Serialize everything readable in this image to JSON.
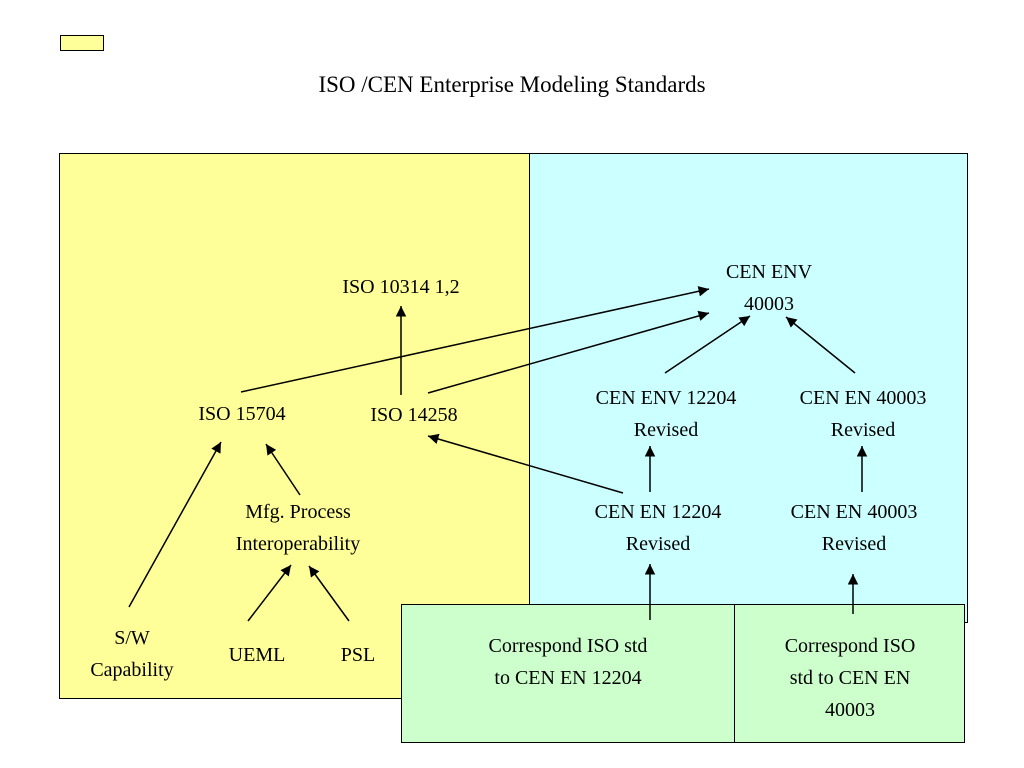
{
  "title": "ISO /CEN Enterprise Modeling Standards",
  "colors": {
    "iso_panel": "#FFFF99",
    "cen_panel": "#CCFFFF",
    "correspond_box": "#CCFFCC",
    "legend_swatch": "#FFFF99"
  },
  "nodes": {
    "iso_10314": "ISO 10314 1,2",
    "iso_15704": "ISO 15704",
    "iso_14258": "ISO 14258",
    "mfg_process": [
      "Mfg. Process",
      "Interoperability"
    ],
    "sw_capability": [
      "S/W",
      "Capability"
    ],
    "ueml": "UEML",
    "psl": "PSL",
    "cen_env_40003": [
      "CEN ENV",
      "40003"
    ],
    "cen_env_12204_revised": [
      "CEN ENV 12204",
      "Revised"
    ],
    "cen_en_40003_revised_top": [
      "CEN EN 40003",
      "Revised"
    ],
    "cen_en_12204_revised": [
      "CEN EN 12204",
      "Revised"
    ],
    "cen_en_40003_revised_bottom": [
      "CEN EN 40003",
      "Revised"
    ],
    "correspond_12204": [
      "Correspond ISO std",
      "to CEN EN 12204"
    ],
    "correspond_40003": [
      "Correspond ISO",
      "std to CEN EN",
      "40003"
    ]
  }
}
